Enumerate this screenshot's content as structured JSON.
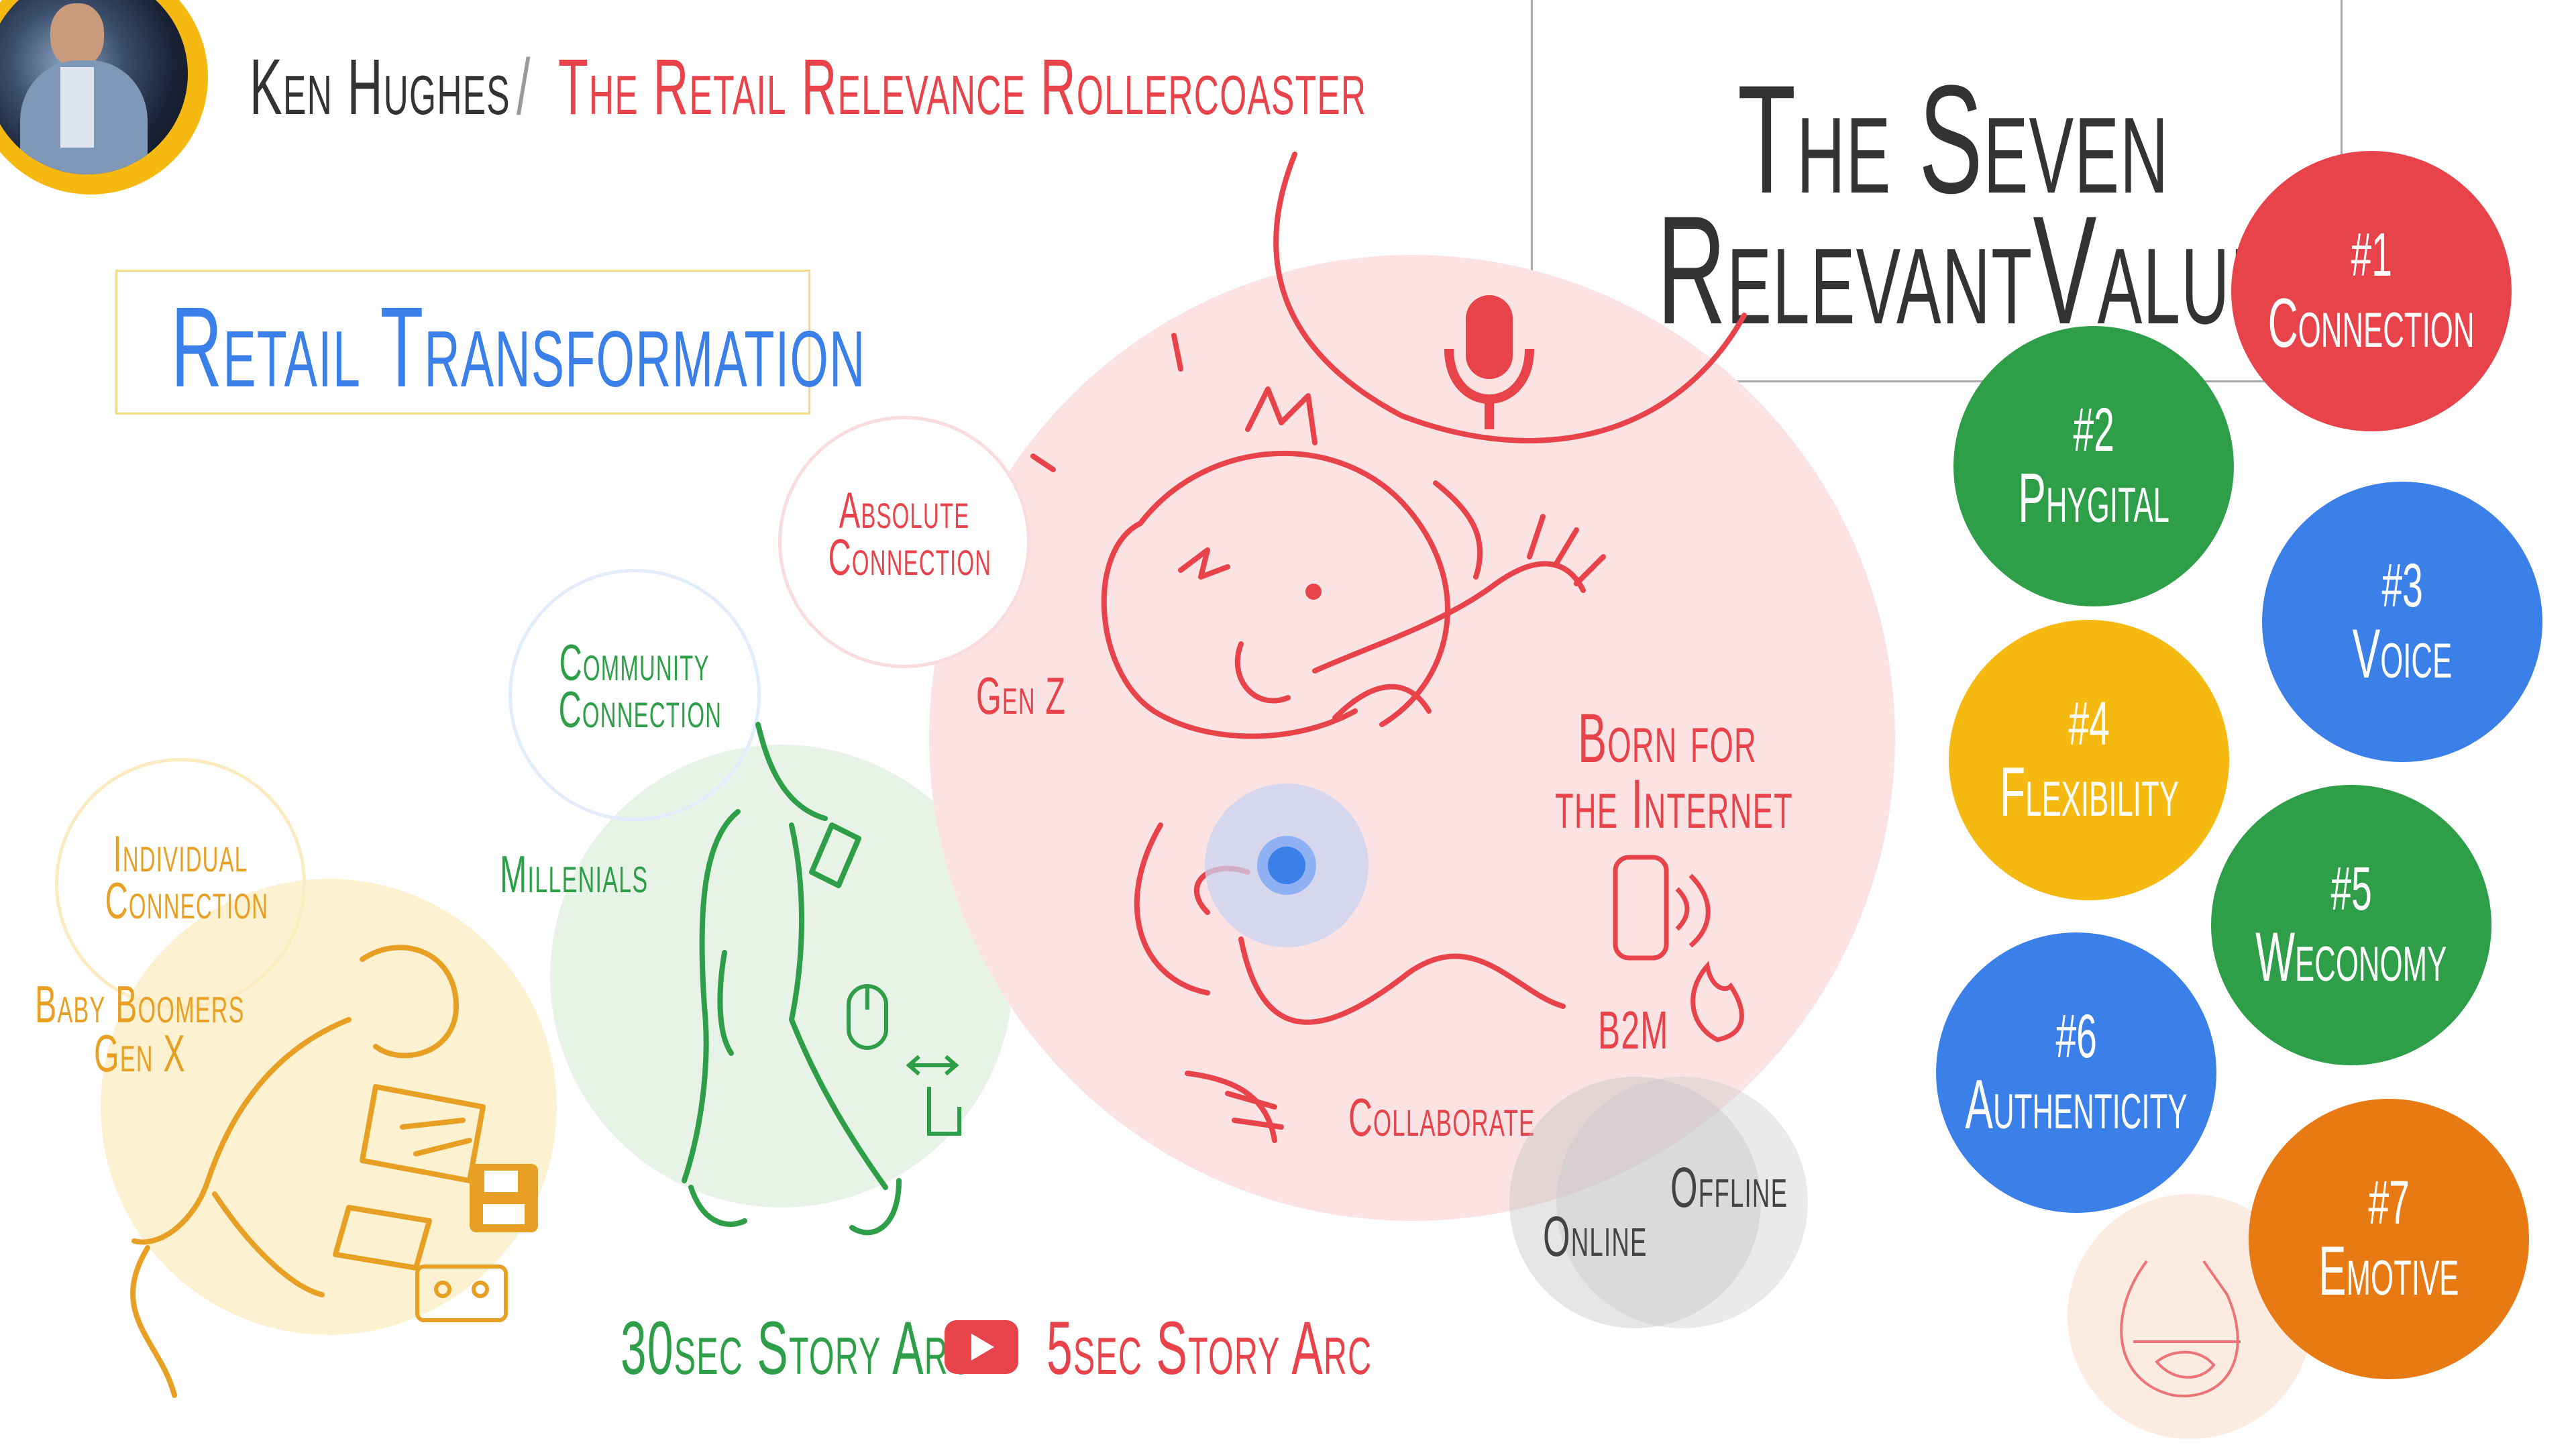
{
  "header": {
    "speaker": "Ken Hughes",
    "separator": "/",
    "talk_title": "The Retail Relevance Rollercoaster"
  },
  "section_label": "Retail Transformation",
  "values_title": {
    "line1": "The Seven",
    "line2": "RelevantValues"
  },
  "values": [
    {
      "num": "#1",
      "label": "Connection",
      "color": "#E8434A"
    },
    {
      "num": "#2",
      "label": "Phygital",
      "color": "#2E9E48"
    },
    {
      "num": "#3",
      "label": "Voice",
      "color": "#3B7FE8"
    },
    {
      "num": "#4",
      "label": "Flexibility",
      "color": "#F6B911"
    },
    {
      "num": "#5",
      "label": "Weconomy",
      "color": "#2E9E48"
    },
    {
      "num": "#6",
      "label": "Authenticity",
      "color": "#3B7FE8"
    },
    {
      "num": "#7",
      "label": "Emotive",
      "color": "#E87A14"
    }
  ],
  "generations": {
    "boomers": {
      "line1": "Baby Boomers",
      "line2": "Gen X",
      "connection1": "Individual",
      "connection2": "Connection",
      "color": "#E8A024"
    },
    "millenials": {
      "label": "Millenials",
      "connection1": "Community",
      "connection2": "Connection",
      "color": "#2E9E48"
    },
    "genz": {
      "label": "Gen Z",
      "connection1": "Absolute",
      "connection2": "Connection",
      "color": "#E8434A"
    }
  },
  "genz_notes": {
    "born1": "Born for",
    "born2": "the Internet",
    "b2m": "B2M",
    "collaborate": "Collaborate"
  },
  "venn": {
    "online": "Online",
    "offline": "Offline"
  },
  "story_arc": {
    "left": "30sec Story Arc",
    "right": "5sec Story Arc"
  }
}
